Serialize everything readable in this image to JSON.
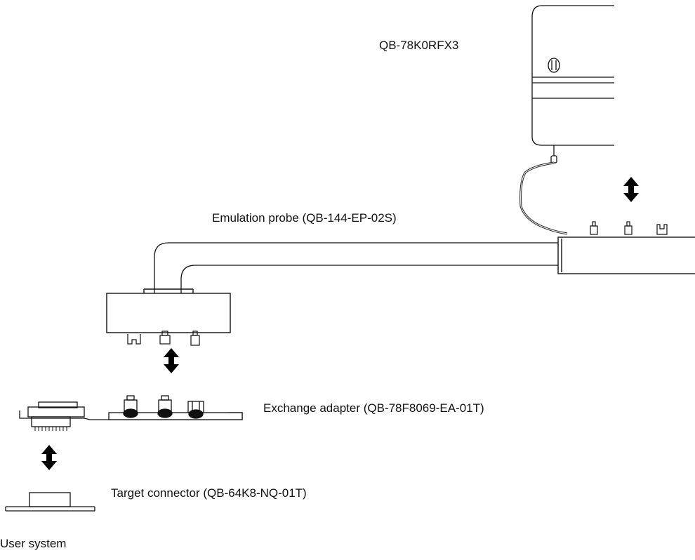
{
  "labels": {
    "emulator": "QB-78K0RFX3",
    "probe": "Emulation probe (QB-144-EP-02S)",
    "adapter": "Exchange adapter (QB-78F8069-EA-01T)",
    "connector": "Target connector (QB-64K8-NQ-01T)",
    "user_system": "User system"
  }
}
